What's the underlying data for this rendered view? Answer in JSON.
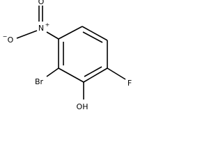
{
  "molecule": {
    "atoms": {
      "nitro_n": "N",
      "nitro_o_top": "O",
      "nitro_o_minus": "O",
      "bromo": "Br",
      "hydroxyl": "OH",
      "fluoro": "F"
    },
    "charges": {
      "nitro_n": "+",
      "nitro_o_minus": "−"
    }
  }
}
